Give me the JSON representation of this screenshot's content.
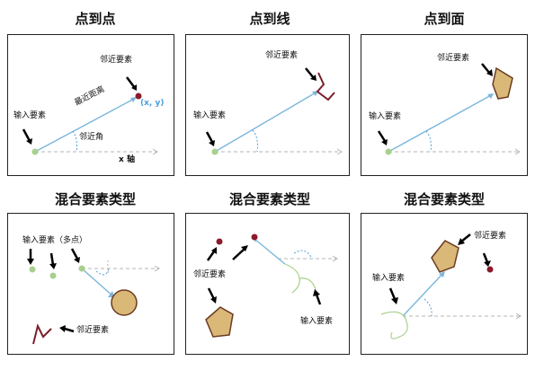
{
  "panels": {
    "p1": {
      "title": "点到点",
      "near_label": "邻近要素",
      "dist_label": "最近距离",
      "xy_label": "(x, y)",
      "input_label": "输入要素",
      "angle_label": "邻近角",
      "axis_label": "x 轴"
    },
    "p2": {
      "title": "点到线",
      "near_label": "邻近要素",
      "input_label": "输入要素"
    },
    "p3": {
      "title": "点到面",
      "near_label": "邻近要素",
      "input_label": "输入要素"
    },
    "p4": {
      "title": "混合要素类型",
      "input_label": "输入要素（多点）",
      "near_label": "邻近要素"
    },
    "p5": {
      "title": "混合要素类型",
      "near_label": "邻近要素",
      "input_label": "输入要素"
    },
    "p6": {
      "title": "混合要素类型",
      "near_label": "邻近要素",
      "input_label": "输入要素"
    }
  },
  "colors": {
    "input_point": "#a8d08d",
    "near_point": "#8b1a2b",
    "polygon_fill": "#d9b878",
    "polygon_stroke": "#6b3a1e",
    "line_feature": "#7a1f2b",
    "distance_line": "#7ab6dc",
    "angle_arc": "#4aa0d8",
    "axis": "#b5b5b5",
    "input_line": "#a8d08d"
  }
}
